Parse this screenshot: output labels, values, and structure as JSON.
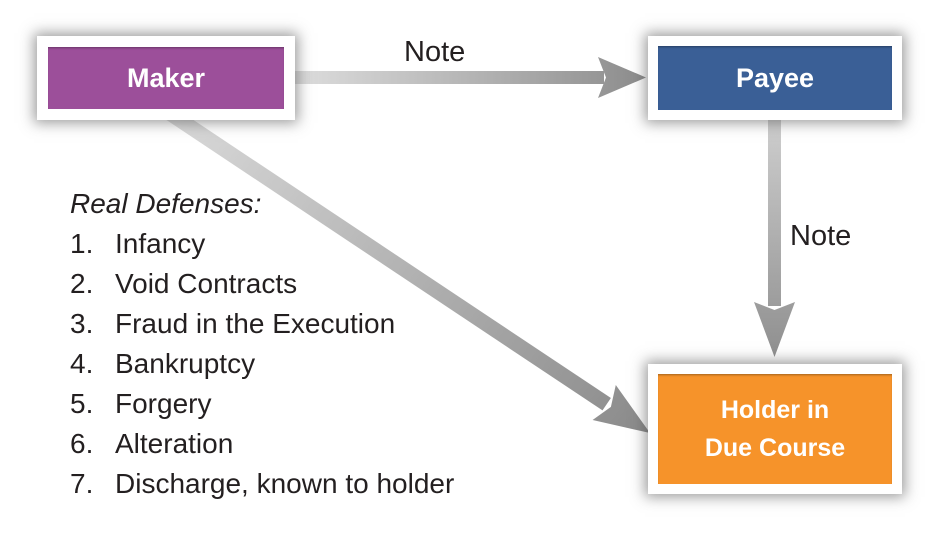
{
  "diagram": {
    "background_color": "#ffffff",
    "text_color": "#231f20",
    "arrow_color_light": "#dcdcdc",
    "arrow_color_dark": "#8c8c8c",
    "nodes": {
      "maker": {
        "label": "Maker",
        "color": "#9c4f9a",
        "text_color": "#ffffff"
      },
      "payee": {
        "label": "Payee",
        "color": "#3a5f96",
        "text_color": "#ffffff"
      },
      "holder": {
        "line1": "Holder in",
        "line2": "Due Course",
        "color": "#f6932a",
        "text_color": "#ffffff"
      }
    },
    "edges": {
      "maker_to_payee": {
        "from": "Maker",
        "to": "Payee",
        "label": "Note"
      },
      "payee_to_holder": {
        "from": "Payee",
        "to": "Holder in Due Course",
        "label": "Note"
      },
      "maker_to_holder": {
        "from": "Maker",
        "to": "Holder in Due Course",
        "label": ""
      }
    },
    "defenses": {
      "heading": "Real Defenses:",
      "items": [
        {
          "num": "1.",
          "text": "Infancy"
        },
        {
          "num": "2.",
          "text": "Void Contracts"
        },
        {
          "num": "3.",
          "text": "Fraud in the Execution"
        },
        {
          "num": "4.",
          "text": "Bankruptcy"
        },
        {
          "num": "5.",
          "text": "Forgery"
        },
        {
          "num": "6.",
          "text": "Alteration"
        },
        {
          "num": "7.",
          "text": "Discharge, known to holder"
        }
      ]
    }
  }
}
